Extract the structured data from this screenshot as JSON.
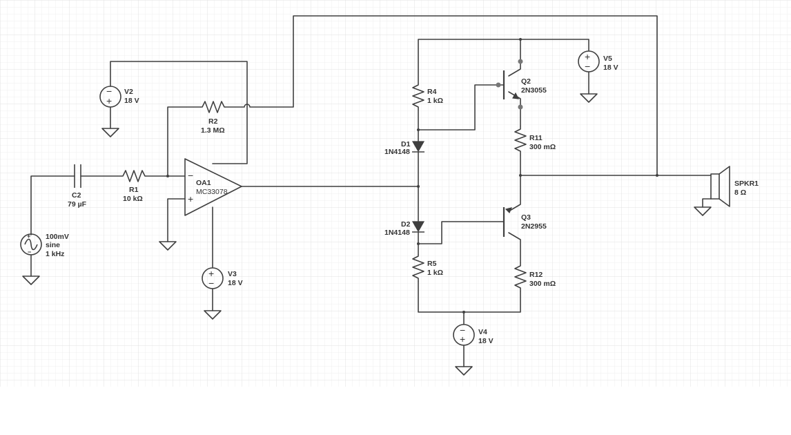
{
  "colors": {
    "grid": "#e8e8e8",
    "wire": "#3f3f3f",
    "text": "#333333",
    "background": "#ffffff"
  },
  "components": {
    "source": {
      "line1": "100mV",
      "line2": "sine",
      "line3": "1 kHz"
    },
    "c2": {
      "name": "C2",
      "value": "79 µF"
    },
    "r1": {
      "name": "R1",
      "value": "10 kΩ"
    },
    "r2": {
      "name": "R2",
      "value": "1.3 MΩ"
    },
    "v2": {
      "name": "V2",
      "value": "18 V"
    },
    "oa1": {
      "name": "OA1",
      "value": "MC33078",
      "minus": "−",
      "plus": "+"
    },
    "v3": {
      "name": "V3",
      "value": "18 V"
    },
    "r4": {
      "name": "R4",
      "value": "1 kΩ"
    },
    "d1": {
      "name": "D1",
      "value": "1N4148"
    },
    "d2": {
      "name": "D2",
      "value": "1N4148"
    },
    "r5": {
      "name": "R5",
      "value": "1 kΩ"
    },
    "q2": {
      "name": "Q2",
      "value": "2N3055"
    },
    "q3": {
      "name": "Q3",
      "value": "2N2955"
    },
    "r11": {
      "name": "R11",
      "value": "300 mΩ"
    },
    "r12": {
      "name": "R12",
      "value": "300 mΩ"
    },
    "v4": {
      "name": "V4",
      "value": "18 V"
    },
    "v5": {
      "name": "V5",
      "value": "18 V"
    },
    "spkr1": {
      "name": "SPKR1",
      "value": "8 Ω"
    }
  }
}
